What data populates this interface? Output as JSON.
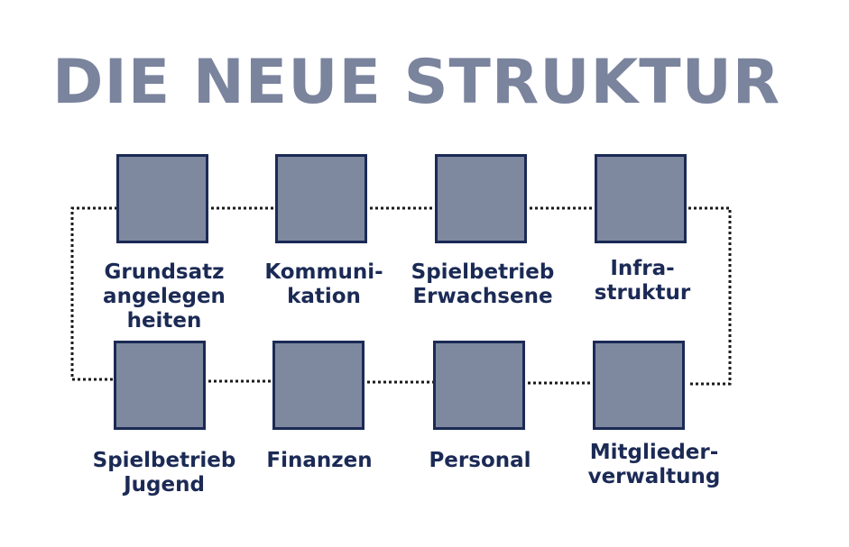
{
  "title": "DIE NEUE STRUKTUR",
  "colors": {
    "title": "#7b849d",
    "box_fill": "#7e889f",
    "box_border": "#1b2a55",
    "label": "#1b2a55",
    "connector": "#1a1a1a"
  },
  "units": [
    {
      "lines": [
        "Grundsatz",
        "angelegen",
        "heiten"
      ]
    },
    {
      "lines": [
        "Kommuni-",
        "kation"
      ]
    },
    {
      "lines": [
        "Spielbetrieb",
        "Erwachsene"
      ]
    },
    {
      "lines": [
        "Infra-",
        "struktur"
      ]
    },
    {
      "lines": [
        "Spielbetrieb",
        "Jugend"
      ]
    },
    {
      "lines": [
        "Finanzen"
      ]
    },
    {
      "lines": [
        "Personal"
      ]
    },
    {
      "lines": [
        "Mitglieder-",
        "verwaltung"
      ]
    }
  ]
}
